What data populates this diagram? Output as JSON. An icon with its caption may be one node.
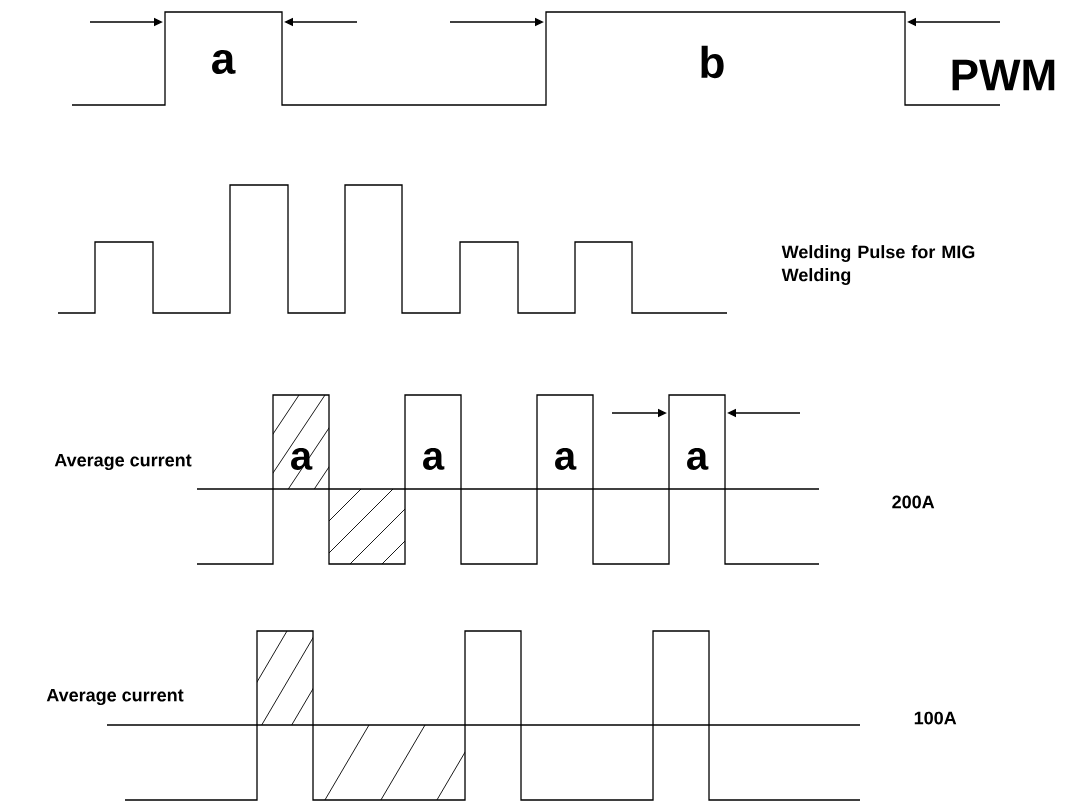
{
  "diagram": {
    "labels": [
      "a",
      "b",
      "PWM",
      "Welding Pulse for MIG Welding",
      "Average current",
      "a",
      "a",
      "a",
      "a",
      "200A",
      "Average current",
      "100A"
    ]
  }
}
